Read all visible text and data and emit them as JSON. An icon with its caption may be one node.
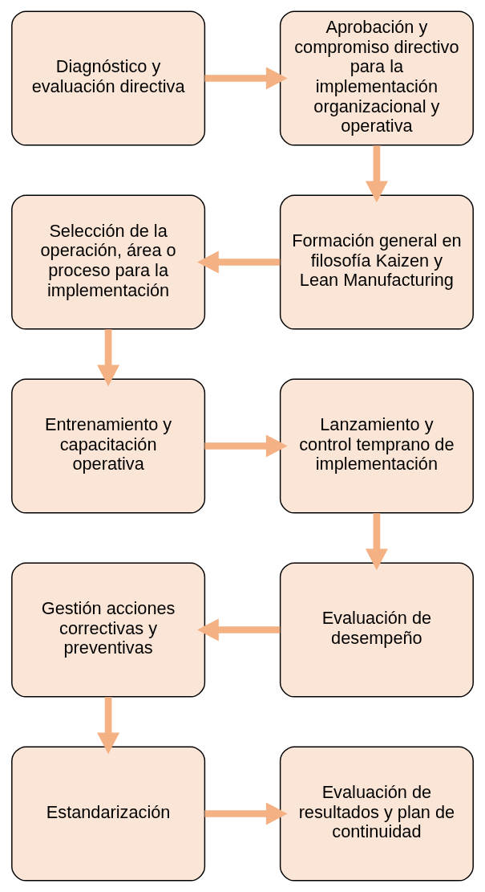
{
  "diagram": {
    "nodes": [
      {
        "text": [
          "Diagnóstico y evaluación directiva"
        ]
      },
      {
        "text": [
          "Aprobación y compromiso directivo para la implementación organizacional y operativa"
        ]
      },
      {
        "text": [
          "Formación general en filosofía Kaizen y Lean Manufacturing"
        ]
      },
      {
        "text": [
          "Selección de la operación, área o proceso para la implementación"
        ]
      },
      {
        "text": [
          "Entrenamiento y capacitación operativa"
        ]
      },
      {
        "text": [
          "Lanzamiento y control temprano de implementación"
        ]
      },
      {
        "text": [
          "Evaluación de desempeño"
        ]
      },
      {
        "text": [
          "Gestión acciones correctivas y preventivas"
        ]
      },
      {
        "text": [
          "Estandarización"
        ]
      },
      {
        "text": [
          "Evaluación de resultados y plan de continuidad"
        ]
      }
    ],
    "edges": [
      {
        "from": 0,
        "to": 1,
        "arrow": "to"
      },
      {
        "from": 1,
        "to": 2,
        "arrow": "to"
      },
      {
        "from": 2,
        "to": 3,
        "arrow": "to"
      },
      {
        "from": 3,
        "to": 4,
        "arrow": "to"
      },
      {
        "from": 4,
        "to": 5,
        "arrow": "to"
      },
      {
        "from": 5,
        "to": 6,
        "arrow": "to"
      },
      {
        "from": 6,
        "to": 7,
        "arrow": "to"
      },
      {
        "from": 7,
        "to": 8,
        "arrow": "to"
      },
      {
        "from": 8,
        "to": 9,
        "arrow": "to"
      }
    ]
  }
}
